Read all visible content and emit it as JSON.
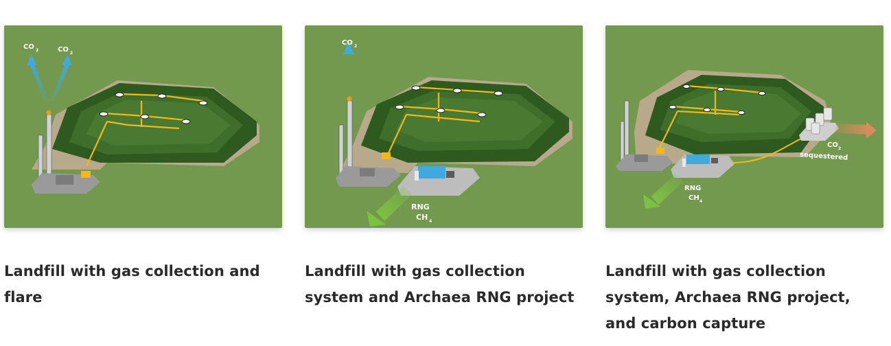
{
  "cards": [
    {
      "caption": "Landfill with gas collection and flare",
      "labels": {
        "co2_a": "CO",
        "co2_b": "CO",
        "sub2": "2"
      }
    },
    {
      "caption": "Landfill with gas collection system and Archaea RNG project",
      "labels": {
        "co2": "CO",
        "sub2": "2",
        "rng": "RNG",
        "ch": "CH",
        "sub4": "4"
      }
    },
    {
      "caption": "Landfill with gas collection system, Archaea RNG project, and carbon capture",
      "labels": {
        "rng": "RNG",
        "ch": "CH",
        "sub4": "4",
        "co2": "CO",
        "sub2": "2",
        "sequestered": "sequestered"
      }
    }
  ],
  "colors": {
    "background_green": "#73994f",
    "landfill_dark": "#2f5a1f",
    "landfill_mid": "#3f6e2a",
    "pipe_yellow": "#f2b81b",
    "co2_blue": "#3fa9e0",
    "rng_green": "#7cc242",
    "sequestered_orange": "#d98a5e"
  }
}
